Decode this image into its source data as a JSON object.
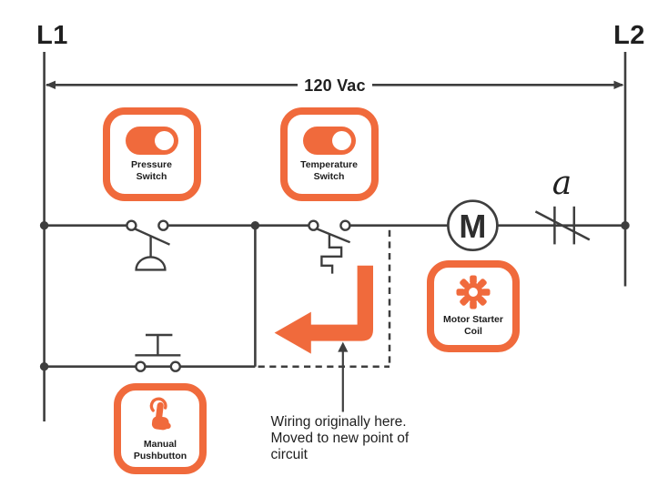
{
  "rails": {
    "left": "L1",
    "right": "L2"
  },
  "voltage_label": "120 Vac",
  "components": {
    "pressure_switch": {
      "label": "Pressure\nSwitch",
      "icon": "toggle-on-icon"
    },
    "temperature_switch": {
      "label": "Temperature\nSwitch",
      "icon": "toggle-on-icon"
    },
    "motor_starter_coil": {
      "label": "Motor Starter\nCoil",
      "icon": "gear-icon",
      "coil_letter": "M"
    },
    "aux_contact": {
      "label": "a"
    },
    "manual_pushbutton": {
      "label": "Manual\nPushbutton",
      "icon": "tap-hand-icon"
    }
  },
  "annotation": {
    "text": "Wiring originally here.\nMoved to new point of\ncircuit"
  },
  "colors": {
    "accent_orange": "#F06A3C",
    "wire": "#3E3E3E",
    "text": "#1F1F1F"
  }
}
